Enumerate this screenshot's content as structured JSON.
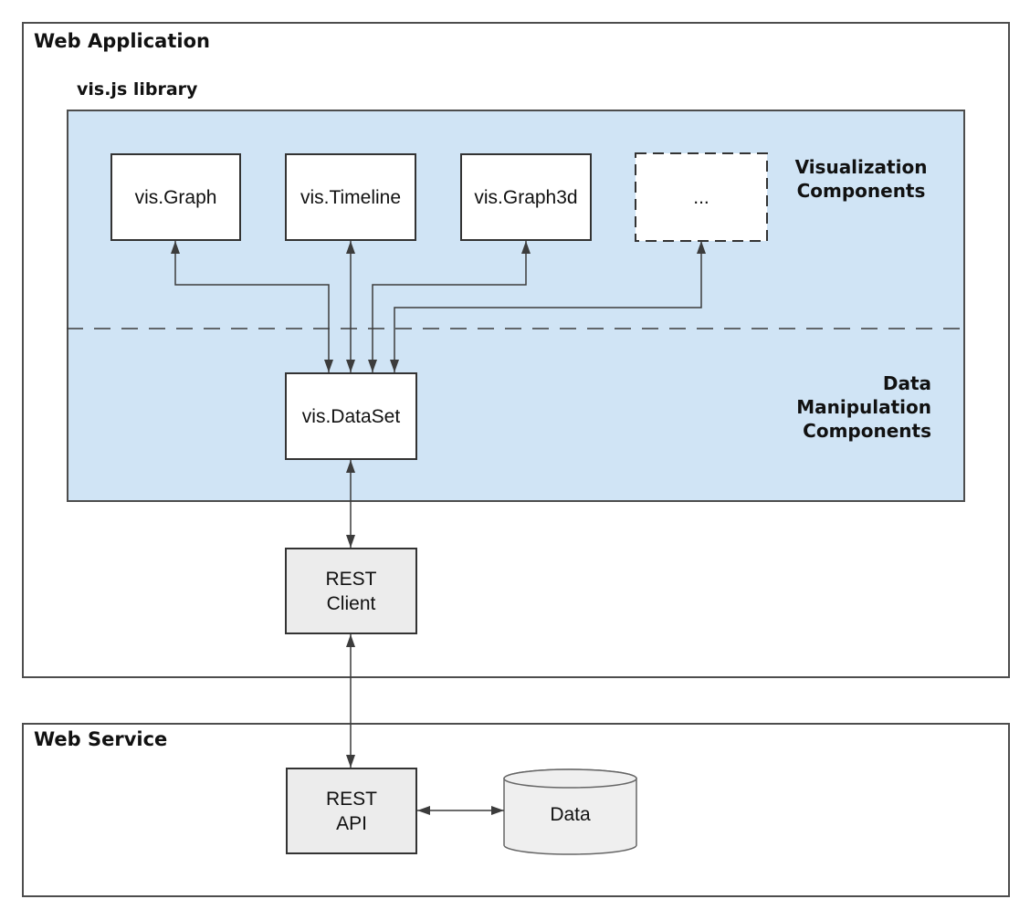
{
  "web_application": {
    "title": "Web Application",
    "visjs_library": {
      "title": "vis.js library",
      "visualization_section": {
        "label_lines": [
          "Visualization",
          "Components"
        ],
        "nodes": [
          "vis.Graph",
          "vis.Timeline",
          "vis.Graph3d",
          "..."
        ]
      },
      "data_section": {
        "label_lines": [
          "Data",
          "Manipulation",
          "Components"
        ],
        "node": "vis.DataSet"
      }
    },
    "rest_client": {
      "label_lines": [
        "REST",
        "Client"
      ]
    }
  },
  "web_service": {
    "title": "Web Service",
    "rest_api": {
      "label_lines": [
        "REST",
        "API"
      ]
    },
    "data_store": {
      "label": "Data"
    }
  },
  "edges": [
    {
      "from": "vis.Graph",
      "to": "vis.DataSet",
      "bidirectional": true
    },
    {
      "from": "vis.Timeline",
      "to": "vis.DataSet",
      "bidirectional": true
    },
    {
      "from": "vis.Graph3d",
      "to": "vis.DataSet",
      "bidirectional": true
    },
    {
      "from": "...",
      "to": "vis.DataSet",
      "bidirectional": true
    },
    {
      "from": "vis.DataSet",
      "to": "REST Client",
      "bidirectional": true
    },
    {
      "from": "REST Client",
      "to": "REST API",
      "bidirectional": true
    },
    {
      "from": "REST API",
      "to": "Data",
      "bidirectional": true
    }
  ],
  "colors": {
    "library_fill": "#d0e4f5",
    "component_fill": "#ececec",
    "frame_border": "#4d4d4d",
    "node_border": "#333333",
    "connector": "#3c3c3c",
    "cylinder_stroke": "#666666",
    "cylinder_fill": "#efefef"
  }
}
